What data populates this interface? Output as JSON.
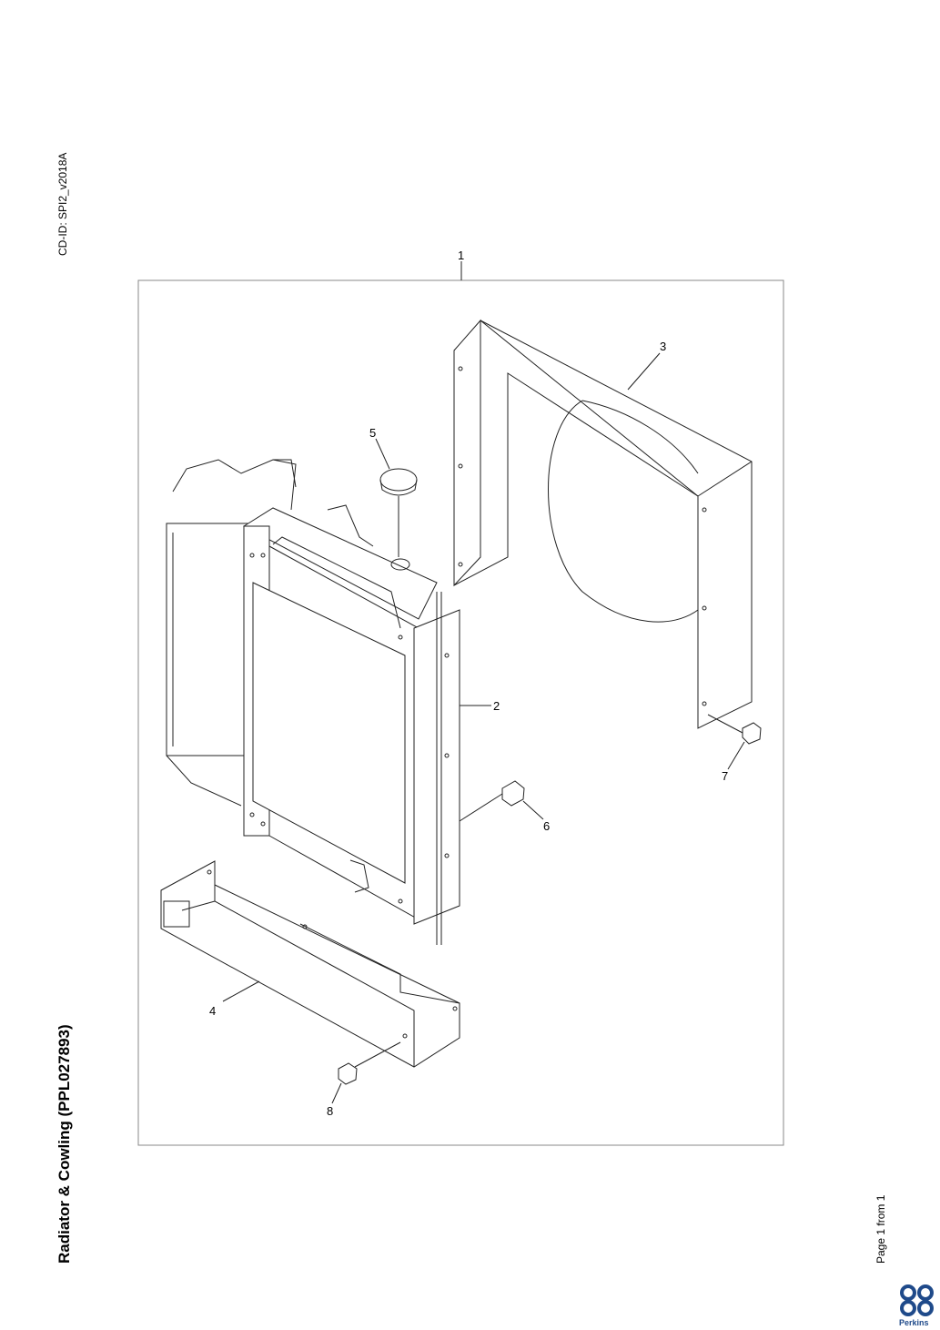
{
  "document": {
    "cd_id": "CD-ID: SPI2_v2018A",
    "title": "Radiator & Cowling (PPL027893)",
    "page_info": "Page 1 from 1",
    "brand": "Perkins"
  },
  "callouts": {
    "c1": "1",
    "c2": "2",
    "c3": "3",
    "c4": "4",
    "c5": "5",
    "c6": "6",
    "c7": "7",
    "c8": "8"
  }
}
